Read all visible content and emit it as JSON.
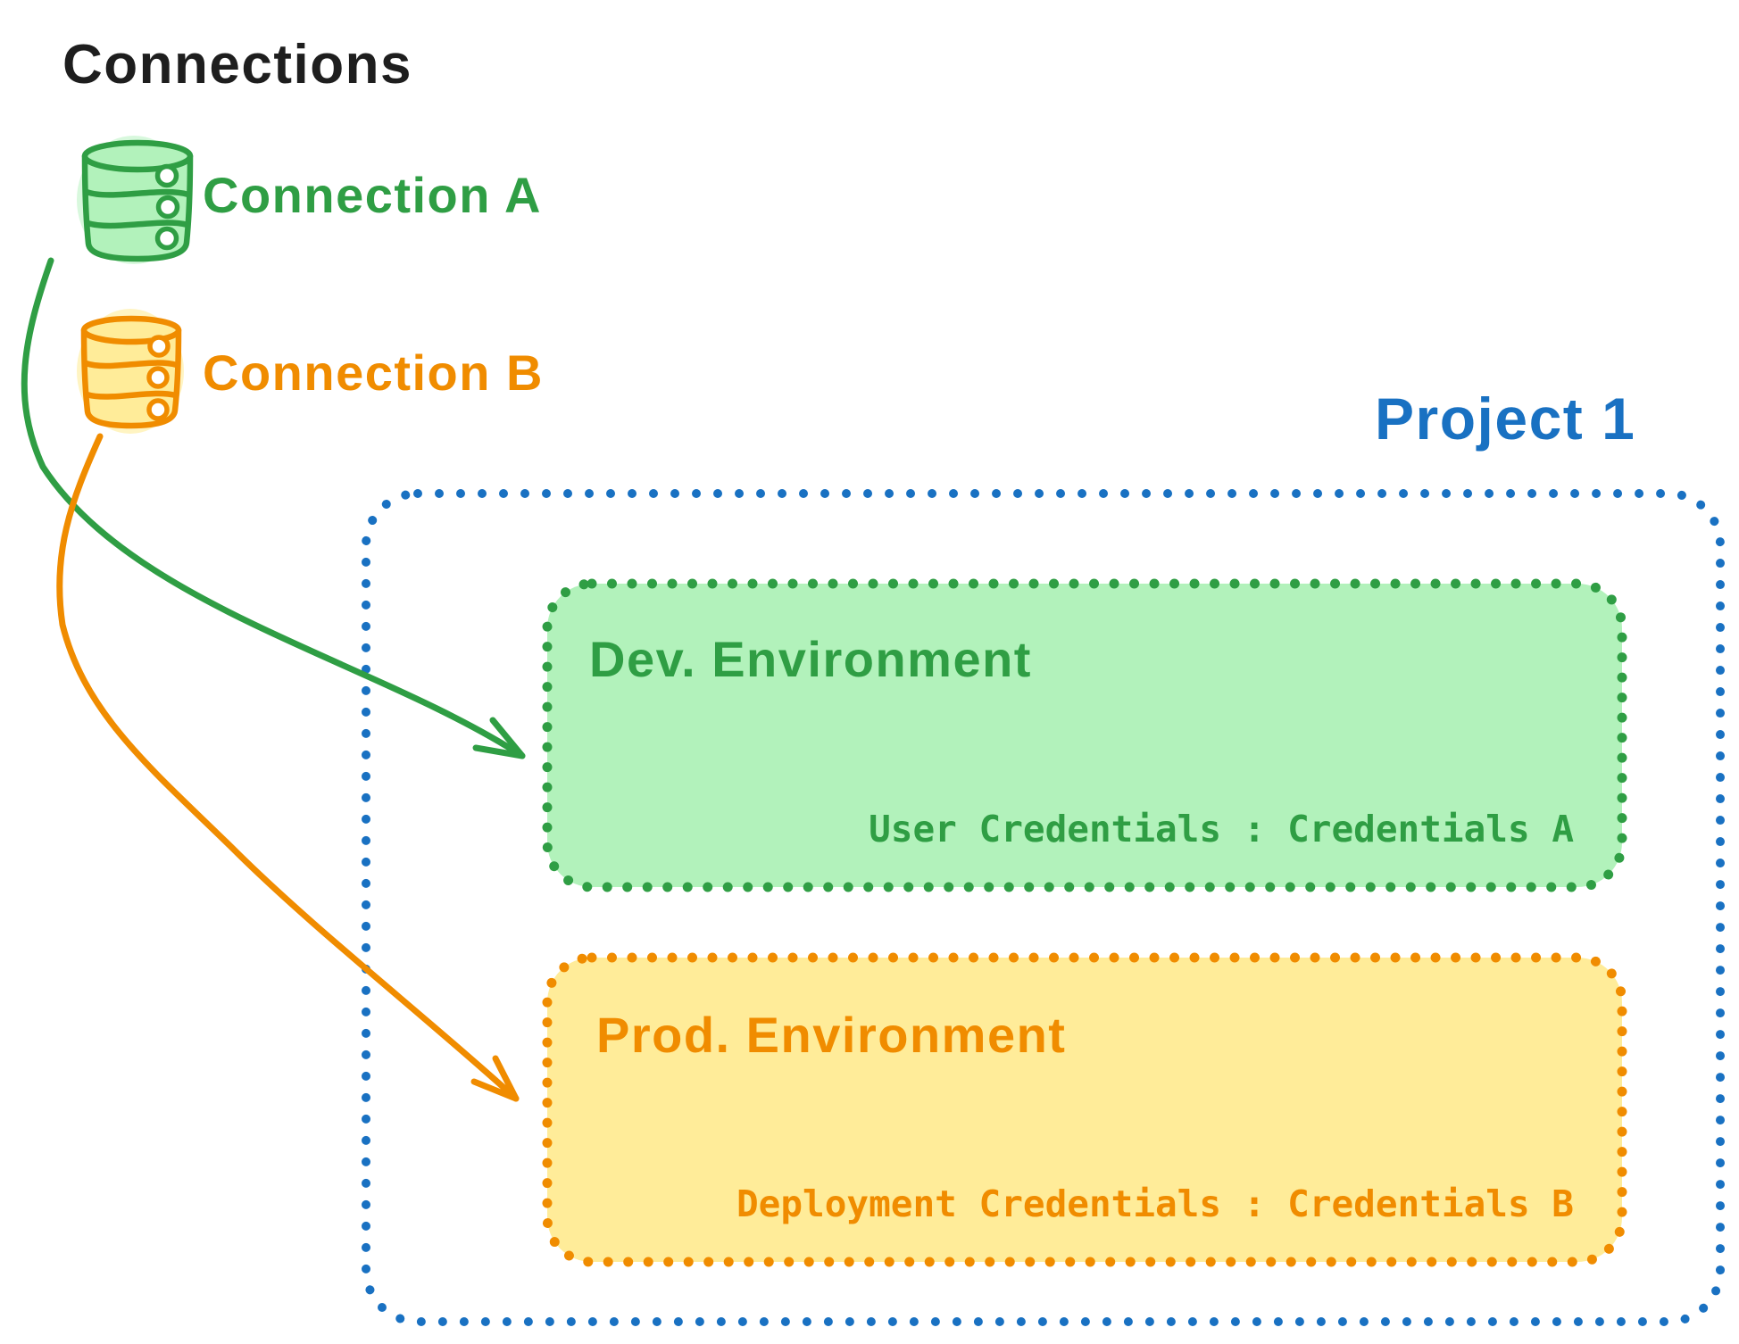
{
  "header": {
    "title": "Connections"
  },
  "palette": {
    "black": "#1e1e1e",
    "green_stroke": "#2f9e44",
    "green_fill": "#b2f2bb",
    "orange_stroke": "#f08c00",
    "orange_fill": "#ffec99",
    "blue": "#1971c2",
    "background": "#ffffff"
  },
  "connections": [
    {
      "label": "Connection A",
      "icon": "database-icon",
      "color": "#2f9e44",
      "fill": "#b2f2bb"
    },
    {
      "label": "Connection B",
      "icon": "database-icon",
      "color": "#f08c00",
      "fill": "#ffec99"
    }
  ],
  "project": {
    "title": "Project 1",
    "border_color": "#1971c2",
    "environments": [
      {
        "name": "Dev. Environment",
        "credentials_label": "User Credentials : Credentials A",
        "stroke": "#2f9e44",
        "fill": "#b2f2bb",
        "linked_connection": "Connection A"
      },
      {
        "name": "Prod. Environment",
        "credentials_label": "Deployment Credentials : Credentials B",
        "stroke": "#f08c00",
        "fill": "#ffec99",
        "linked_connection": "Connection B"
      }
    ]
  }
}
